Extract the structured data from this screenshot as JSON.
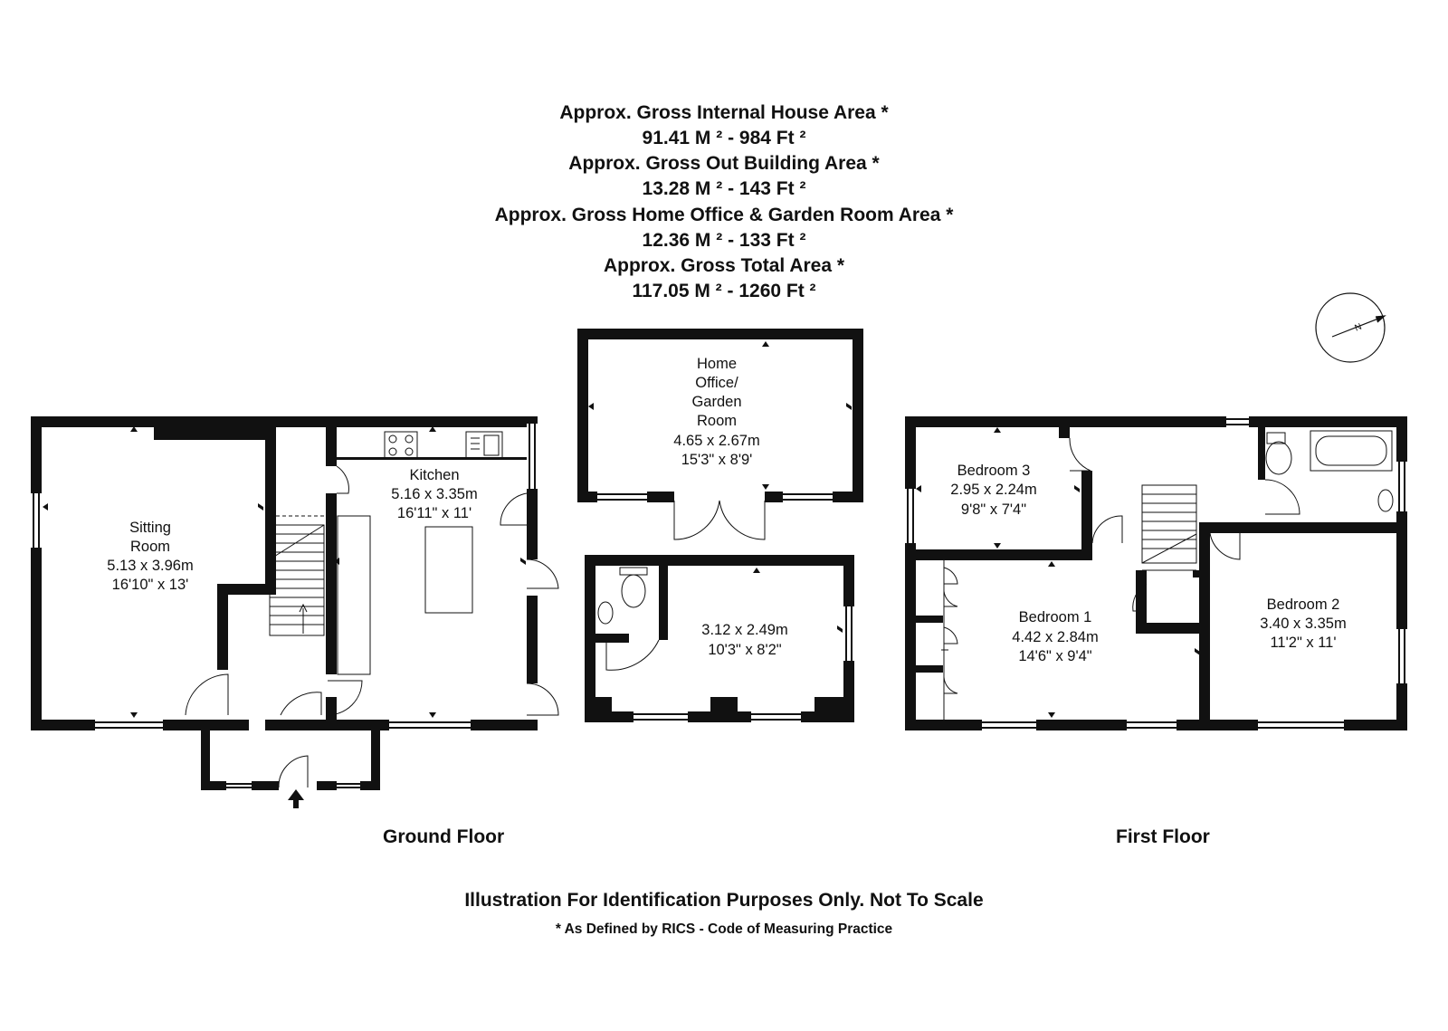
{
  "header": {
    "lines": [
      "Approx. Gross Internal House Area *",
      "91.41 M ²  -  984 Ft ²",
      "Approx. Gross Out Building Area *",
      "13.28 M ²  -  143 Ft ²",
      "Approx. Gross Home Office & Garden Room Area *",
      "12.36 M ²  -  133 Ft ²",
      "Approx. Gross Total Area *",
      "117.05 M ²  -  1260 Ft ²"
    ]
  },
  "rooms": {
    "sitting": [
      "Sitting",
      "Room",
      "5.13 x 3.96m",
      "16'10\" x 13'"
    ],
    "kitchen": [
      "Kitchen",
      "5.16 x 3.35m",
      "16'11\" x 11'"
    ],
    "office": [
      "Home",
      "Office/",
      "Garden",
      "Room",
      "4.65 x 2.67m",
      "15'3\" x 8'9'"
    ],
    "outbuilding": [
      "3.12 x 2.49m",
      "10'3\" x 8'2\""
    ],
    "bedroom3": [
      "Bedroom 3",
      "2.95 x 2.24m",
      "9'8\" x 7'4\""
    ],
    "bedroom1": [
      "Bedroom 1",
      "4.42 x 2.84m",
      "14'6\" x 9'4\""
    ],
    "bedroom2": [
      "Bedroom 2",
      "3.40 x 3.35m",
      "11'2\" x 11'"
    ]
  },
  "floors": {
    "ground": "Ground Floor",
    "first": "First Floor"
  },
  "compass_letter": "N",
  "footer": {
    "disclaimer": "Illustration For Identification Purposes Only. Not To Scale",
    "note": "* As Defined by RICS - Code of Measuring Practice"
  }
}
